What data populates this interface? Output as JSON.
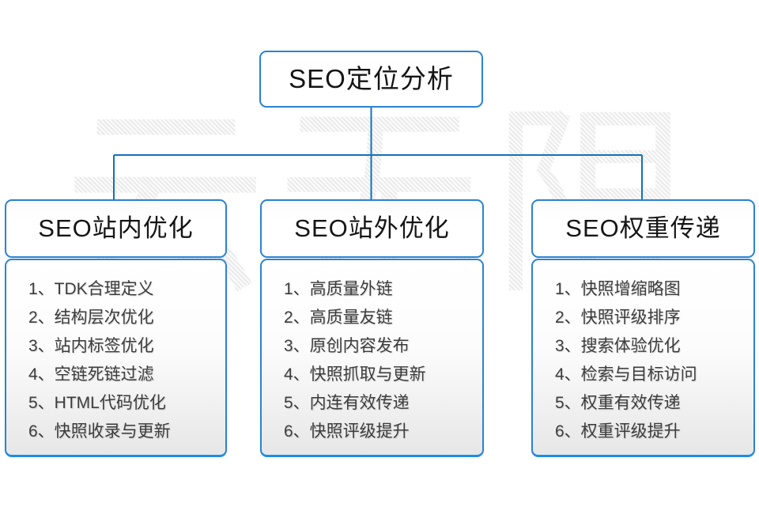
{
  "watermark": {
    "text": "云无限"
  },
  "root": {
    "title": "SEO定位分析"
  },
  "columns": [
    {
      "title": "SEO站内优化",
      "items": [
        "1、TDK合理定义",
        "2、结构层次优化",
        "3、站内标签优化",
        "4、空链死链过滤",
        "5、HTML代码优化",
        "6、快照收录与更新"
      ]
    },
    {
      "title": "SEO站外优化",
      "items": [
        "1、高质量外链",
        "2、高质量友链",
        "3、原创内容发布",
        "4、快照抓取与更新",
        "5、内连有效传递",
        "6、快照评级提升"
      ]
    },
    {
      "title": "SEO权重传递",
      "items": [
        "1、快照增缩略图",
        "2、快照评级排序",
        "3、搜索体验优化",
        "4、检索与目标访问",
        "5、权重有效传递",
        "6、权重评级提升"
      ]
    }
  ],
  "colors": {
    "box_border": "#2b82d2",
    "list_bottom_edge": "#1d8de6",
    "connector_line": "#1470bd",
    "watermark_gray": "#eaeaea",
    "item_text": "#3d3d3d",
    "title_text": "#151515"
  }
}
